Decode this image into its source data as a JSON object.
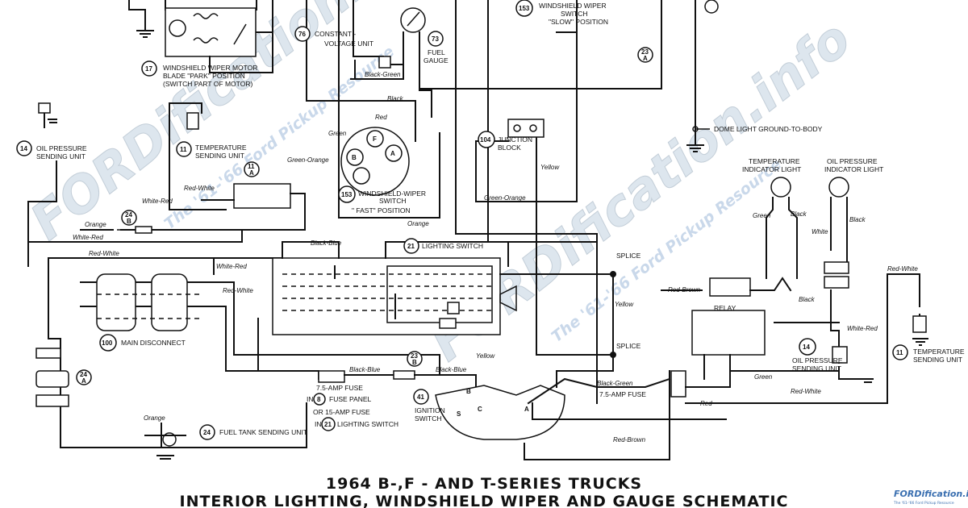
{
  "title": {
    "line1": "1964 B-,F - AND T-SERIES TRUCKS",
    "line2": "INTERIOR LIGHTING, WINDSHIELD WIPER  AND GAUGE SCHEMATIC"
  },
  "watermark": {
    "brand": "FORDification.info",
    "tagline": "The '61-'66 Ford Pickup Resource"
  },
  "components": {
    "c17": {
      "num": "17",
      "l1": "WINDSHIELD WIPER MOTOR",
      "l2": "BLADE \"PARK\" POSITION",
      "l3": "(SWITCH PART OF MOTOR)"
    },
    "c76": {
      "num": "76",
      "l1": "CONSTANT -",
      "l2": "VOLTAGE UNIT"
    },
    "c73": {
      "num": "73",
      "l1": "FUEL",
      "l2": "GAUGE"
    },
    "c153s": {
      "num": "153",
      "l1": "WINDSHIELD WIPER",
      "l2": "SWITCH",
      "l3": "\"SLOW\" POSITION"
    },
    "c23a_top": {
      "n1": "23",
      "n2": "A"
    },
    "c14l": {
      "num": "14",
      "l1": "OIL PRESSURE",
      "l2": "SENDING UNIT"
    },
    "c11l": {
      "num": "11",
      "l1": "TEMPERATURE",
      "l2": "SENDING UNIT"
    },
    "c11a": {
      "n1": "11",
      "n2": "A"
    },
    "c153f": {
      "num": "153",
      "l1": "WINDSHIELD-WIPER",
      "l2": "SWITCH",
      "l3": "\" FAST\" POSITION"
    },
    "c104": {
      "num": "104",
      "l1": "JUNCTION",
      "l2": "BLOCK"
    },
    "dome": {
      "label": "DOME LIGHT GROUND-TO-BODY"
    },
    "templight": {
      "l1": "TEMPERATURE",
      "l2": "INDICATOR LIGHT"
    },
    "oillight": {
      "l1": "OIL PRESSURE",
      "l2": "INDICATOR LIGHT"
    },
    "c24b": {
      "n1": "24",
      "n2": "B"
    },
    "c21": {
      "num": "21",
      "label": "LIGHTING SWITCH"
    },
    "splice1": "SPLICE",
    "splice2": "SPLICE",
    "c100": {
      "num": "100",
      "label": "MAIN DISCONNECT"
    },
    "relay": "RELAY",
    "c14r": {
      "num": "14",
      "l1": "OIL PRESSURE",
      "l2": "SENDING UNIT"
    },
    "c11r": {
      "num": "11",
      "l1": "TEMPERATURE",
      "l2": "SENDING UNIT"
    },
    "c24a": {
      "n1": "24",
      "n2": "A"
    },
    "c23b": {
      "n1": "23",
      "n2": "B"
    },
    "fuse75": "7.5-AMP FUSE",
    "fusepanel": {
      "in": "IN",
      "num": "8",
      "label": "FUSE PANEL"
    },
    "fuse15": {
      "or": "OR 15-AMP FUSE",
      "in": "IN",
      "num": "21",
      "label": "LIGHTING SWITCH"
    },
    "c41": {
      "num": "41",
      "l1": "IGNITION",
      "l2": "SWITCH"
    },
    "fuse75r": "7.5-AMP FUSE",
    "c24": {
      "num": "24",
      "label": "FUEL TANK SENDING UNIT"
    },
    "ign": {
      "b": "B",
      "s": "S",
      "c": "C",
      "a": "A"
    },
    "sw153": {
      "b": "B",
      "f": "F",
      "a": "A"
    }
  },
  "wires": {
    "black_green_top": "Black-Green",
    "black": "Black",
    "red": "Red",
    "green": "Green",
    "green_orange": "Green-Orange",
    "yellow_top": "Yellow",
    "red_white_a": "Red-White",
    "white_red_a": "White-Red",
    "orange_a": "Orange",
    "white_red_b": "White-Red",
    "green_orange_b": "Green-Orange",
    "orange_b": "Orange",
    "black_blue_a": "Black-Blue",
    "red_white_b": "Red-White",
    "white_red_c": "White-Red",
    "red_white_c": "Red-White",
    "yellow_mid": "Yellow",
    "yellow_low": "Yellow",
    "black_blue_b": "Black-Blue",
    "black_blue_c": "Black-Blue",
    "black_green_low": "Black-Green",
    "green_r": "Green",
    "black_r": "Black",
    "white_r": "White",
    "black_r2": "Black",
    "red_brown_a": "Red-Brown",
    "black_r3": "Black",
    "white_red_r": "White-Red",
    "red_white_r": "Red-White",
    "green_low": "Green",
    "red_low": "Red",
    "red_white_low": "Red-White",
    "red_brown_low": "Red-Brown",
    "orange_low": "Orange"
  }
}
